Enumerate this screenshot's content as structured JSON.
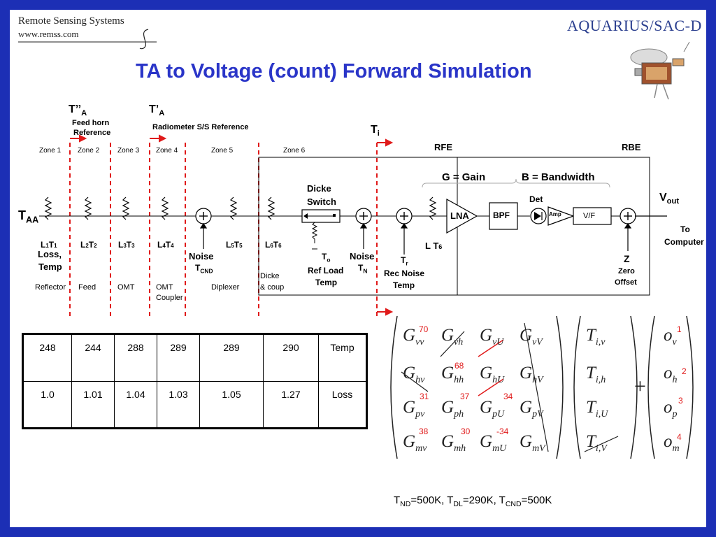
{
  "header": {
    "company": "Remote Sensing Systems",
    "url": "www.remss.com",
    "brand": "AQUARIUS/SAC-D"
  },
  "title": "TA to Voltage (count) Forward Simulation",
  "diagram": {
    "ta2_main": "T’’",
    "ta2_sub": "A",
    "ta1_main": "T’",
    "ta1_sub": "A",
    "feed_ref": "Feed horn",
    "feed_ref2": "Reference",
    "rad_ref": "Radiometer S/S Reference",
    "ti_main": "T",
    "ti_sub": "i",
    "rfe": "RFE",
    "rbe": "RBE",
    "gain": "G = Gain",
    "bandwidth": "B = Bandwidth",
    "zones": [
      "Zone 1",
      "Zone 2",
      "Zone 3",
      "Zone 4",
      "Zone 5",
      "Zone 6"
    ],
    "taa_main": "T",
    "taa_sub": "AA",
    "lt": [
      {
        "l": "L",
        "ln": "1",
        "t": "T",
        "tn": "1"
      },
      {
        "l": "L",
        "ln": "2",
        "t": "T",
        "tn": "2"
      },
      {
        "l": "L",
        "ln": "3",
        "t": "T",
        "tn": "3"
      },
      {
        "l": "L",
        "ln": "4",
        "t": "T",
        "tn": "4"
      },
      {
        "l": "L",
        "ln": "5",
        "t": "T",
        "tn": "5"
      },
      {
        "l": "L",
        "ln": "6",
        "t": "T",
        "tn": "6"
      }
    ],
    "lt7_l": "L",
    "lt7_t": "T",
    "lt7_n": "6",
    "loss_temp": "Loss,",
    "loss_temp2": "Temp",
    "components": [
      "Reflector",
      "Feed",
      "OMT",
      "OMT",
      "Coupler",
      "Diplexer",
      "Dicke",
      "& coup"
    ],
    "noise1": "Noise",
    "tcnd_main": "T",
    "tcnd_sub": "CND",
    "dicke1": "Dicke",
    "dicke2": "Switch",
    "to_main": "T",
    "to_sub": "o",
    "refload1": "Ref Load",
    "refload2": "Temp",
    "noise2": "Noise",
    "tn_main": "T",
    "tn_sub": "N",
    "tr_main": "T",
    "tr_sub": "r",
    "recnoise1": "Rec  Noise",
    "recnoise2": "Temp",
    "lna": "LNA",
    "bpf": "BPF",
    "det": "Det",
    "amp": "Amp",
    "vf": "V/F",
    "vout_main": "V",
    "vout_sub": "out",
    "to_comp1": "To",
    "to_comp2": "Computer",
    "z": "Z",
    "zero1": "Zero",
    "zero2": "Offset"
  },
  "table": {
    "rows": [
      [
        "248",
        "244",
        "288",
        "289",
        "289",
        "290",
        "Temp"
      ],
      [
        "1.0",
        "1.01",
        "1.04",
        "1.03",
        "1.05",
        "1.27",
        "Loss"
      ]
    ]
  },
  "matrix": {
    "g_rows": [
      [
        {
          "g": "G",
          "s": "vv"
        },
        {
          "g": "G",
          "s": "vh"
        },
        {
          "g": "G",
          "s": "vU"
        },
        {
          "g": "G",
          "s": "vV"
        }
      ],
      [
        {
          "g": "G",
          "s": "hv"
        },
        {
          "g": "G",
          "s": "hh"
        },
        {
          "g": "G",
          "s": "hU"
        },
        {
          "g": "G",
          "s": "hV"
        }
      ],
      [
        {
          "g": "G",
          "s": "pv"
        },
        {
          "g": "G",
          "s": "ph"
        },
        {
          "g": "G",
          "s": "pU"
        },
        {
          "g": "G",
          "s": "pV"
        }
      ],
      [
        {
          "g": "G",
          "s": "mv"
        },
        {
          "g": "G",
          "s": "mh"
        },
        {
          "g": "G",
          "s": "mU"
        },
        {
          "g": "G",
          "s": "mV"
        }
      ]
    ],
    "t_rows": [
      {
        "t": "T",
        "s": "i,v"
      },
      {
        "t": "T",
        "s": "i,h"
      },
      {
        "t": "T",
        "s": "i,U"
      },
      {
        "t": "T",
        "s": "i,V"
      }
    ],
    "o_rows": [
      {
        "o": "o",
        "s": "v"
      },
      {
        "o": "o",
        "s": "h"
      },
      {
        "o": "o",
        "s": "p"
      },
      {
        "o": "o",
        "s": "m"
      }
    ],
    "plus": "+",
    "red_values": [
      "70",
      "68",
      "31",
      "37",
      "34",
      "38",
      "30",
      "-34"
    ],
    "red_indices": [
      "1",
      "2",
      "3",
      "4"
    ]
  },
  "footer": {
    "t1": "T",
    "s1": "ND",
    "v1": "=500K, ",
    "t2": "T",
    "s2": "DL",
    "v2": "=290K, ",
    "t3": "T",
    "s3": "CND",
    "v3": "=500K"
  },
  "colors": {
    "border": "#1c2fb5",
    "title": "#2a35c8",
    "marker": "#e01a1a"
  }
}
